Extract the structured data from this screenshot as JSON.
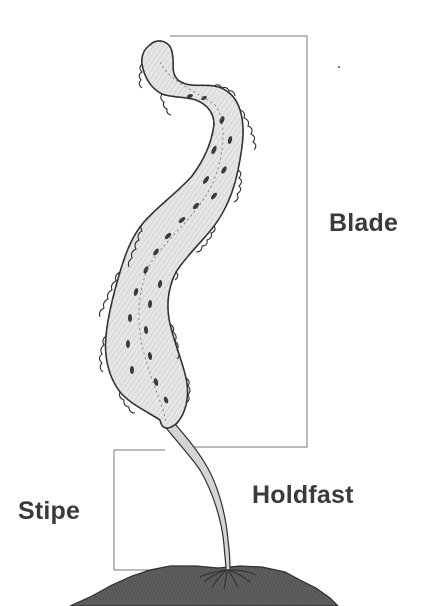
{
  "diagram": {
    "labels": {
      "blade": "Blade",
      "holdfast": "Holdfast",
      "stipe": "Stipe"
    }
  },
  "colors": {
    "ink": "#2f2f2f",
    "shading": "#8a8a8a",
    "blade_fill": "#e6e6e6",
    "rock": "#5e5e5e",
    "bracket": "#7a7a7a",
    "label": "#3a3a3a"
  }
}
